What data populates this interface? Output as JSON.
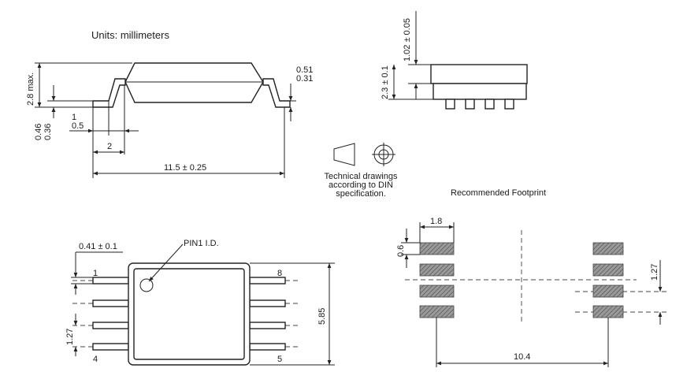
{
  "units_note": "Units: millimeters",
  "side_view": {
    "height_max": "2.8 max.",
    "lead_thk_a": "0.46",
    "lead_thk_b": "0.36",
    "lead_w_a": "1",
    "lead_w_b": "0.5",
    "span_2": "2",
    "overall": "11.5 ± 0.25",
    "standoff_a": "0.51",
    "standoff_b": "0.31"
  },
  "end_view": {
    "top_dim": "1.02 ± 0.05",
    "height_dim": "2.3 ± 0.1"
  },
  "projection_note": [
    "Technical drawings",
    "according to DIN",
    "specification."
  ],
  "top_view": {
    "lead_width": "0.41 ± 0.1",
    "pin1_label": "PIN1 I.D.",
    "pin_1": "1",
    "pin_4": "4",
    "pin_5": "5",
    "pin_8": "8",
    "pitch": "1.27",
    "body_w": "5.85"
  },
  "footprint": {
    "title": "Recommended Footprint",
    "pad_len": "1.8",
    "pad_w": "0.6",
    "pitch": "1.27",
    "span": "10.4"
  }
}
